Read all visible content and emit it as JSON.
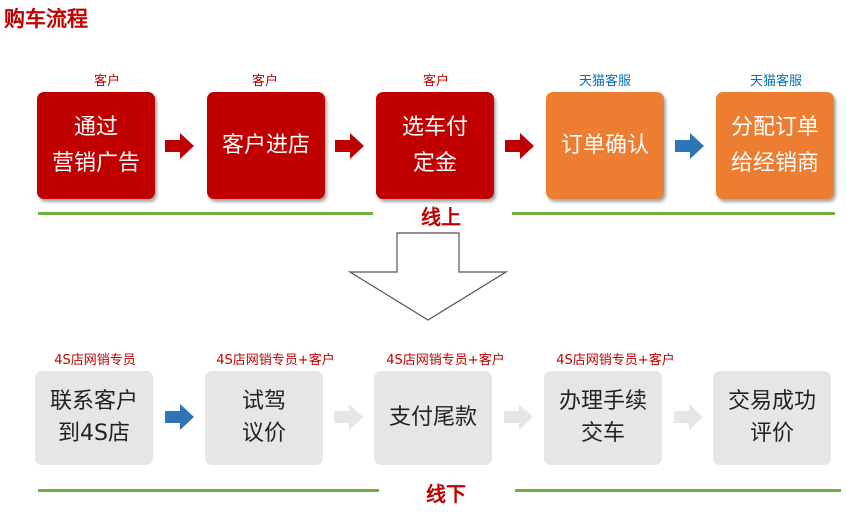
{
  "title": "购车流程",
  "online": {
    "label": "线上",
    "steps": [
      {
        "role": "客户",
        "line1": "通过",
        "line2": "营销广告"
      },
      {
        "role": "客户",
        "line1": "客户进店",
        "line2": ""
      },
      {
        "role": "客户",
        "line1": "选车付",
        "line2": "定金"
      },
      {
        "role": "天猫客服",
        "line1": "订单确认",
        "line2": ""
      },
      {
        "role": "天猫客服",
        "line1": "分配订单",
        "line2": "给经销商"
      }
    ]
  },
  "offline": {
    "label": "线下",
    "steps": [
      {
        "role": "4S店网销专员",
        "line1": "联系客户",
        "line2": "到4S店"
      },
      {
        "role": "4S店网销专员+客户",
        "line1": "试驾",
        "line2": "议价"
      },
      {
        "role": "4S店网销专员+客户",
        "line1": "支付尾款",
        "line2": ""
      },
      {
        "role": "4S店网销专员+客户",
        "line1": "办理手续",
        "line2": "交车"
      },
      {
        "role": "",
        "line1": "交易成功",
        "line2": "评价"
      }
    ]
  },
  "colors": {
    "red": "#c00000",
    "orange": "#ed7d31",
    "blue_role": "#0070c0",
    "blue_arrow": "#2e75b6",
    "gray_box": "#e6e6e6",
    "gray_arrow": "#e6e6e6",
    "green_line": "#70ad47"
  }
}
